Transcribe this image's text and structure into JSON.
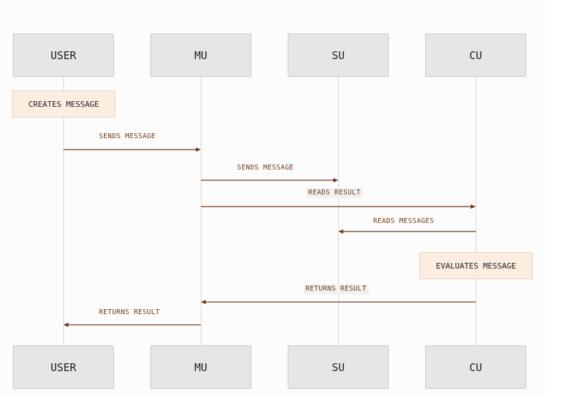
{
  "participants": [
    {
      "id": "user",
      "label": "USER"
    },
    {
      "id": "mu",
      "label": "MU"
    },
    {
      "id": "su",
      "label": "SU"
    },
    {
      "id": "cu",
      "label": "CU"
    }
  ],
  "notes": [
    {
      "participant": "user",
      "text": "CREATES MESSAGE"
    },
    {
      "participant": "cu",
      "text": "EVALUATES MESSAGE"
    }
  ],
  "messages": [
    {
      "from": "user",
      "to": "mu",
      "label": "SENDS MESSAGE"
    },
    {
      "from": "mu",
      "to": "su",
      "label": "SENDS MESSAGE"
    },
    {
      "from": "mu",
      "to": "cu",
      "label": "READS RESULT"
    },
    {
      "from": "cu",
      "to": "su",
      "label": "READS MESSAGES"
    },
    {
      "from": "cu",
      "to": "mu",
      "label": "RETURNS RESULT"
    },
    {
      "from": "mu",
      "to": "user",
      "label": "RETURNS RESULT"
    }
  ],
  "colors": {
    "arrow": "#6b3b1c",
    "note_fill": "#fbeee0",
    "actor_fill": "#e6e6e6"
  }
}
